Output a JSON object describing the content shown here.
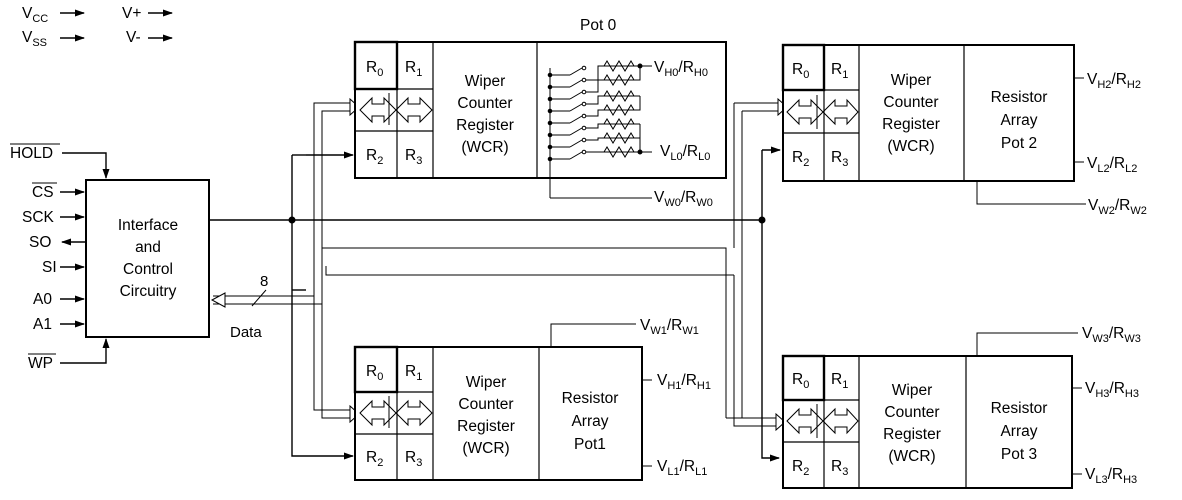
{
  "legend": {
    "vcc": {
      "main": "V",
      "sub": "CC"
    },
    "vss": {
      "main": "V",
      "sub": "SS"
    },
    "vplus": "V+",
    "vminus": "V-"
  },
  "control": {
    "label_lines": [
      "Interface",
      "and",
      "Control",
      "Circuitry"
    ],
    "pins": [
      "HOLD",
      "CS",
      "SCK",
      "SO",
      "SI",
      "A0",
      "A1",
      "WP"
    ],
    "bus_width": "8",
    "data_label": "Data"
  },
  "register_labels": {
    "r0": {
      "main": "R",
      "sub": "0"
    },
    "r1": {
      "main": "R",
      "sub": "1"
    },
    "r2": {
      "main": "R",
      "sub": "2"
    },
    "r3": {
      "main": "R",
      "sub": "3"
    }
  },
  "wcr_lines": [
    "Wiper",
    "Counter",
    "Register",
    "(WCR)"
  ],
  "pot0": {
    "title": "Pot 0",
    "vh": {
      "a": "V",
      "as": "H0",
      "b": "/R",
      "bs": "H0"
    },
    "vl": {
      "a": "V",
      "as": "L0",
      "b": "/R",
      "bs": "L0"
    },
    "vw": {
      "a": "V",
      "as": "W0",
      "b": "/R",
      "bs": "W0"
    }
  },
  "pot1": {
    "array_lines": [
      "Resistor",
      "Array",
      "Pot1"
    ],
    "vw": {
      "a": "V",
      "as": "W1",
      "b": "/R",
      "bs": "W1"
    },
    "vh": {
      "a": "V",
      "as": "H1",
      "b": "/R",
      "bs": "H1"
    },
    "vl": {
      "a": "V",
      "as": "L1",
      "b": "/R",
      "bs": "L1"
    }
  },
  "pot2": {
    "array_lines": [
      "Resistor",
      "Array",
      "Pot 2"
    ],
    "vh": {
      "a": "V",
      "as": "H2",
      "b": "/R",
      "bs": "H2"
    },
    "vl": {
      "a": "V",
      "as": "L2",
      "b": "/R",
      "bs": "L2"
    },
    "vw": {
      "a": "V",
      "as": "W2",
      "b": "/R",
      "bs": "W2"
    }
  },
  "pot3": {
    "array_lines": [
      "Resistor",
      "Array",
      "Pot 3"
    ],
    "vw": {
      "a": "V",
      "as": "W3",
      "b": "/R",
      "bs": "W3"
    },
    "vh": {
      "a": "V",
      "as": "H3",
      "b": "/R",
      "bs": "H3"
    },
    "vl": {
      "a": "V",
      "as": "L3",
      "b": "/R",
      "bs": "H3"
    }
  }
}
